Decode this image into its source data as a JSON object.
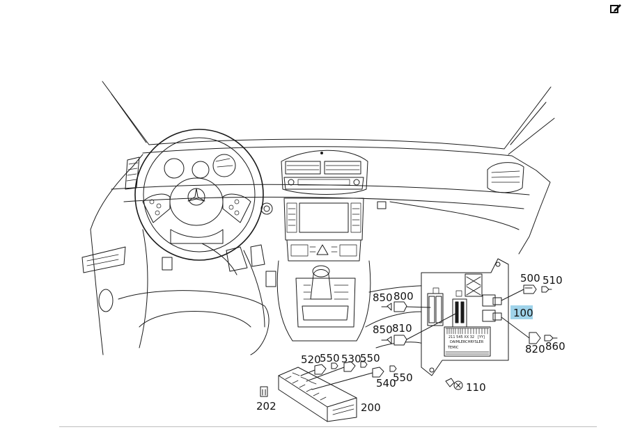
{
  "toolbar": {
    "edit_icon": "edit-icon"
  },
  "diagram": {
    "callouts": {
      "c100": "100",
      "c110": "110",
      "c200": "200",
      "c202": "202",
      "c500": "500",
      "c510": "510",
      "c520": "520",
      "c530": "530",
      "c540": "540",
      "c550a": "550",
      "c550b": "550",
      "c550c": "550",
      "c800": "800",
      "c810": "810",
      "c820": "820",
      "c850a": "850",
      "c850b": "850",
      "c860": "860"
    },
    "module_label": {
      "part_no": "211 545 XX 32",
      "variant": "[YY]",
      "brand": "DAIMLERCHRYSLER",
      "maker": "TEMIC"
    },
    "highlight_color": "#9fd3ea"
  }
}
